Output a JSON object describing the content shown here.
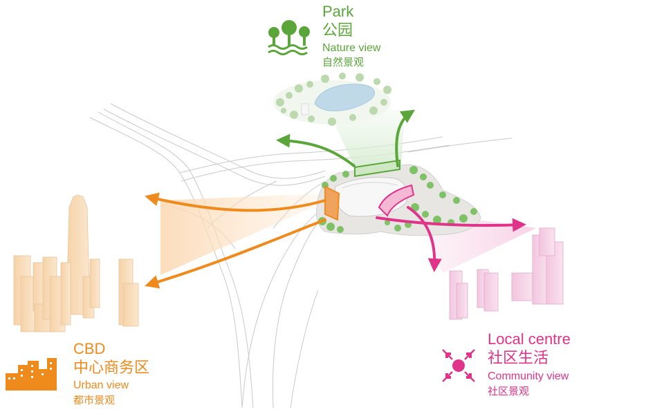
{
  "park": {
    "title": "Park",
    "title_cn": "公园",
    "view": "Nature view",
    "view_cn": "自然景观"
  },
  "cbd": {
    "title": "CBD",
    "title_cn": "中心商务区",
    "view": "Urban view",
    "view_cn": "都市景观"
  },
  "local": {
    "title": "Local centre",
    "title_cn": "社区生活",
    "view": "Community view",
    "view_cn": "社区景观"
  },
  "colors": {
    "park": "#5aa63a",
    "cbd": "#ef8a1d",
    "local": "#e0338a"
  }
}
